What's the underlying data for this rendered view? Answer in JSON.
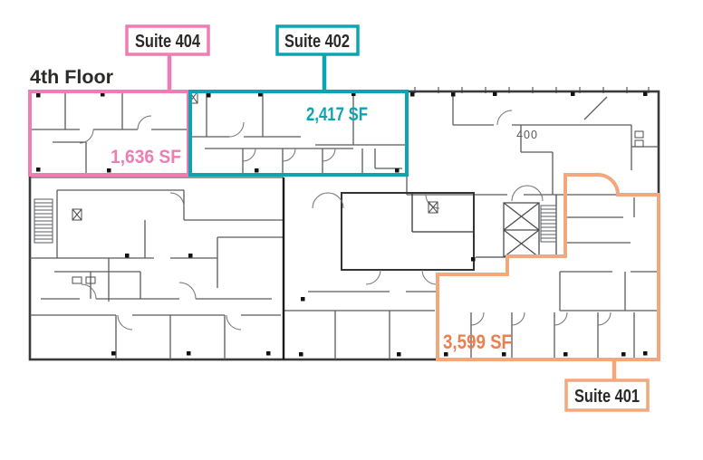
{
  "title": {
    "floor_label": "4th Floor"
  },
  "plan": {
    "room_number": "400",
    "wall_color": "#5a5b5f",
    "outer_wall_color": "#393a3d",
    "heavy_wall_color": "#1a1a1a",
    "dot_color": "#121212",
    "room_number_color": "#55565a"
  },
  "labels": {
    "text_color": "#2b2a29"
  },
  "suites": {
    "s404": {
      "name": "Suite 404",
      "area": "1,636 SF",
      "color": "#ee7db3"
    },
    "s402": {
      "name": "Suite 402",
      "area": "2,417 SF",
      "color": "#0ea3b1"
    },
    "s401": {
      "name": "Suite 401",
      "area": "3,599 SF",
      "color": "#f2a77c",
      "area_text_color": "#e8814f"
    }
  }
}
